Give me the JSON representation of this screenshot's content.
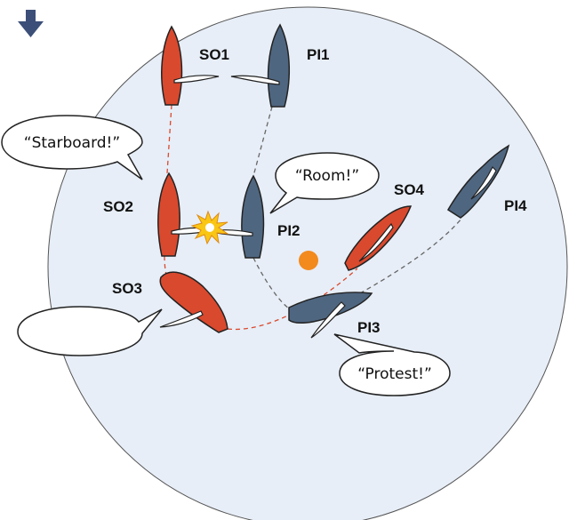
{
  "colors": {
    "starboard": "#d9492e",
    "port": "#4f6680",
    "zone": "#e7eef7",
    "mark": "#f28a1e",
    "wind_arrow": "#3b4f78"
  },
  "wind_icon": "wind-direction-arrow-icon",
  "boats": [
    {
      "id": "SO1",
      "label": "SO1",
      "color": "starboard"
    },
    {
      "id": "PI1",
      "label": "PI1",
      "color": "port"
    },
    {
      "id": "SO2",
      "label": "SO2",
      "color": "starboard"
    },
    {
      "id": "PI2",
      "label": "PI2",
      "color": "port"
    },
    {
      "id": "SO3",
      "label": "SO3",
      "color": "starboard"
    },
    {
      "id": "SO4",
      "label": "SO4",
      "color": "starboard"
    },
    {
      "id": "PI3",
      "label": "PI3",
      "color": "port"
    },
    {
      "id": "PI4",
      "label": "PI4",
      "color": "port"
    }
  ],
  "bubbles": {
    "starboard": "“Starboard!”",
    "room": "“Room!”",
    "protest": "“Protest!”",
    "empty": ""
  }
}
